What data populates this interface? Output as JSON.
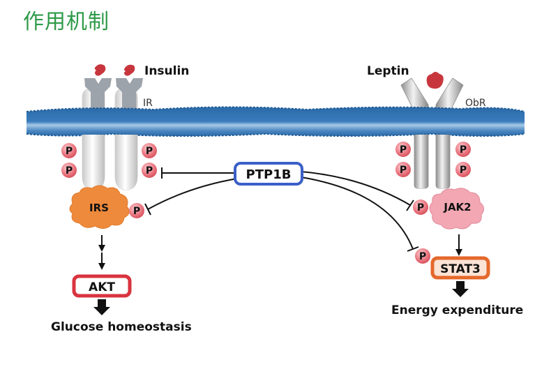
{
  "header": {
    "title": "作用机制"
  },
  "diagram": {
    "left_pathway": {
      "ligand": "Insulin",
      "receptor": "IR",
      "adaptor": "IRS",
      "kinase": "AKT",
      "outcome": "Glucose homeostasis"
    },
    "right_pathway": {
      "ligand": "Leptin",
      "receptor": "ObR",
      "kinase": "JAK2",
      "transcription_factor": "STAT3",
      "outcome": "Energy expenditure"
    },
    "inhibitor": "PTP1B",
    "phospho_label": "P",
    "colors": {
      "title": "#2e9a48",
      "membrane": "#2f6fae",
      "membrane_light": "#9cc3e4",
      "ligand": "#c8363d",
      "phospho": "#e8707a",
      "irs": "#ee8a3c",
      "jak2": "#f2a7b3",
      "ptp1b_border": "#3a5fc8",
      "akt_border": "#d9343f",
      "stat3_border": "#e5682b"
    }
  }
}
